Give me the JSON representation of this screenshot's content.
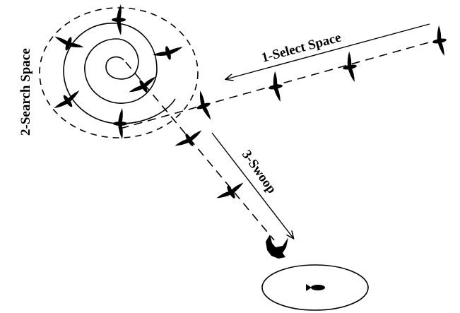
{
  "labels": {
    "select": "1-Select Space",
    "search": "2-Search Space",
    "swoop": "3-Swoop"
  },
  "icons": [
    "eagle-flying-icon",
    "eagle-swooping-icon",
    "fish-icon"
  ],
  "colors": {
    "ink": "#000000",
    "background": "#ffffff"
  }
}
